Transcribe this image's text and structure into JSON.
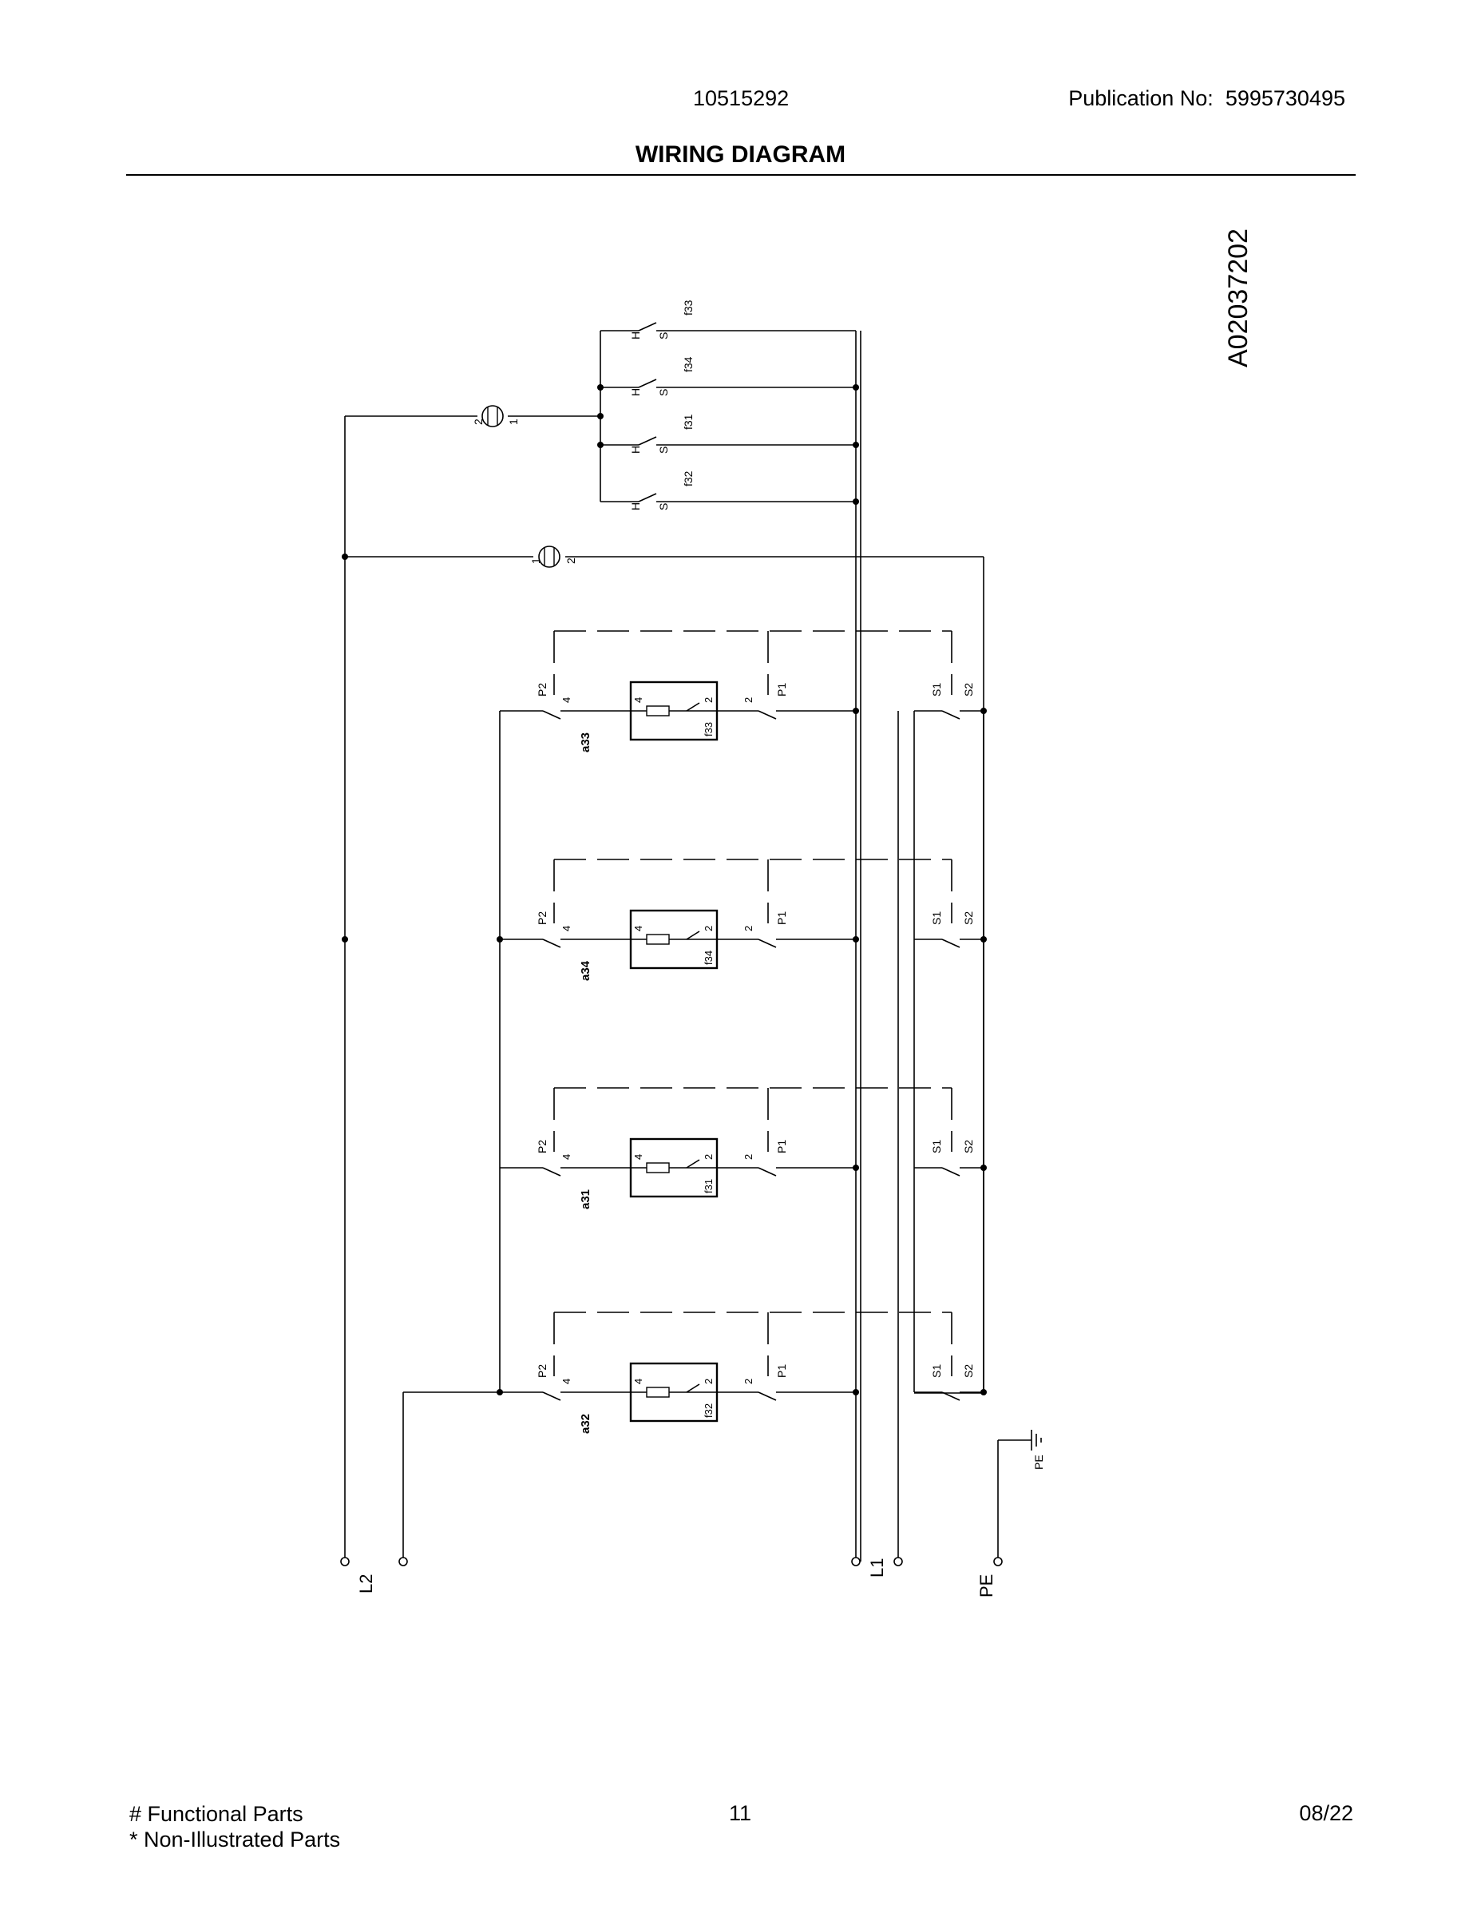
{
  "header": {
    "model_number": "10515292",
    "publication_label": "Publication No:",
    "publication_number": "5995730495",
    "title": "WIRING DIAGRAM"
  },
  "diagram": {
    "drawing_id": "A02037202",
    "terminals": {
      "l2": "L2",
      "l1": "L1",
      "pe": "PE",
      "pe_ground": "PE"
    },
    "limit_switches": [
      {
        "id": "f33",
        "h": "H",
        "s": "S"
      },
      {
        "id": "f34",
        "h": "H",
        "s": "S"
      },
      {
        "id": "f31",
        "h": "H",
        "s": "S"
      },
      {
        "id": "f32",
        "h": "H",
        "s": "S"
      }
    ],
    "lamps": [
      {
        "pin_a": "2",
        "pin_b": "1"
      },
      {
        "pin_a": "1",
        "pin_b": "2"
      }
    ],
    "zones": [
      {
        "regulator": "a33",
        "element": "f33",
        "p2": "P2",
        "p1": "P1",
        "s1": "S1",
        "s2": "S2",
        "pin4": "4",
        "pin2": "2"
      },
      {
        "regulator": "a34",
        "element": "f34",
        "p2": "P2",
        "p1": "P1",
        "s1": "S1",
        "s2": "S2",
        "pin4": "4",
        "pin2": "2"
      },
      {
        "regulator": "a31",
        "element": "f31",
        "p2": "P2",
        "p1": "P1",
        "s1": "S1",
        "s2": "S2",
        "pin4": "4",
        "pin2": "2"
      },
      {
        "regulator": "a32",
        "element": "f32",
        "p2": "P2",
        "p1": "P1",
        "s1": "S1",
        "s2": "S2",
        "pin4": "4",
        "pin2": "2"
      }
    ]
  },
  "footer": {
    "legend_functional": "# Functional Parts",
    "legend_non_illustrated": "* Non-Illustrated Parts",
    "page_number": "11",
    "date": "08/22"
  }
}
